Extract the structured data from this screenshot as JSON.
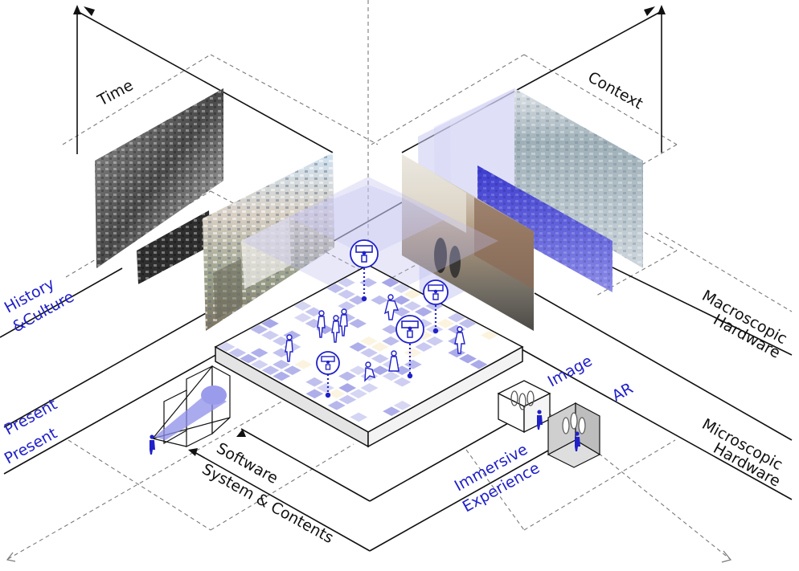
{
  "labels": {
    "time": "Time",
    "context": "Context",
    "history_line1": "History",
    "history_line2": "&Culture",
    "present_upper": "Present",
    "present_lower": "Present",
    "software_line1": "Software",
    "software_line2": "System & Contents",
    "immersive_line1": "Immersive",
    "immersive_line2": "Experience",
    "image": "Image",
    "ar": "AR",
    "macro_line1": "Macroscopic",
    "macro_line2": "Hardware",
    "micro_line1": "Microscopic",
    "micro_line2": "Hardware"
  },
  "colors": {
    "accent_blue": "#2020c8",
    "grid_blue": "#7b7bdc",
    "line": "#111111",
    "dashed": "#7a7a7a"
  },
  "icons": {
    "marker": "person-with-frame-icon",
    "pedestrian": "pedestrian-icon",
    "viewer": "viewer-icon"
  }
}
